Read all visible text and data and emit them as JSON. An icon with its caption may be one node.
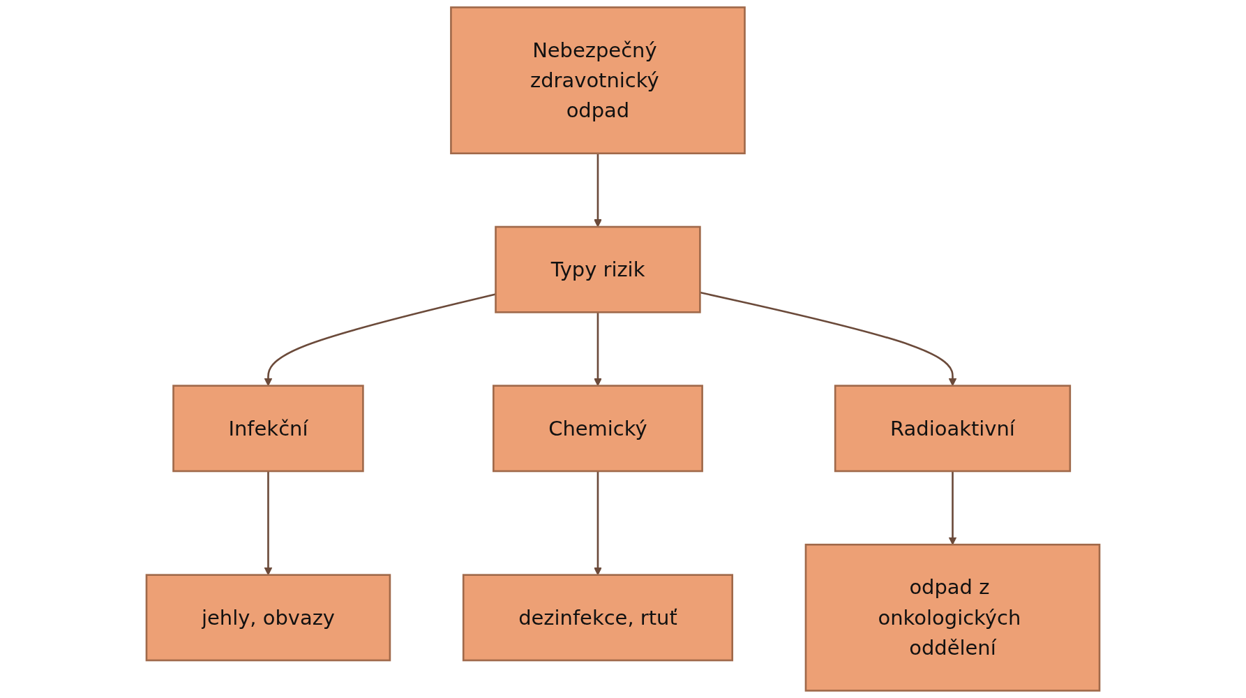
{
  "diagram": {
    "nodes": [
      {
        "text": [
          "Nebezpečný zdravotnický odpad"
        ]
      },
      {
        "text": [
          "Typy rizik"
        ]
      },
      {
        "text": [
          "Infekční"
        ]
      },
      {
        "text": [
          "Chemický"
        ]
      },
      {
        "text": [
          "Radioaktivní"
        ]
      },
      {
        "text": [
          "jehly, obvazy"
        ]
      },
      {
        "text": [
          "dezinfekce, rtuť"
        ]
      },
      {
        "text": [
          "odpad z onkologických oddělení"
        ]
      }
    ],
    "edges": [
      {
        "from": 0,
        "to": 1,
        "arrow": "to"
      },
      {
        "from": 1,
        "to": 2,
        "arrow": "to"
      },
      {
        "from": 1,
        "to": 3,
        "arrow": "to"
      },
      {
        "from": 1,
        "to": 4,
        "arrow": "to"
      },
      {
        "from": 2,
        "to": 5,
        "arrow": "to"
      },
      {
        "from": 3,
        "to": 6,
        "arrow": "to"
      },
      {
        "from": 4,
        "to": 7,
        "arrow": "to"
      }
    ]
  }
}
